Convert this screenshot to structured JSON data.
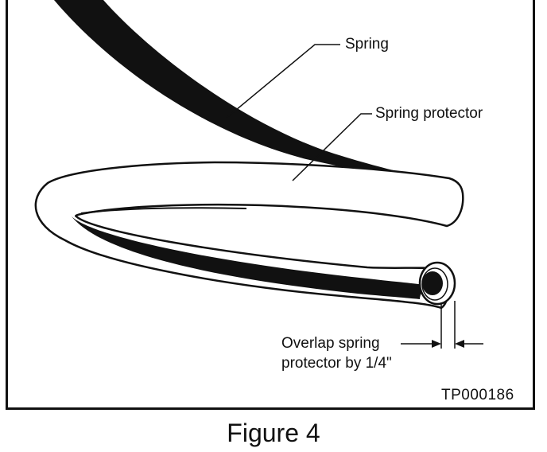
{
  "figure": {
    "caption": "Figure 4",
    "code": "TP000186"
  },
  "labels": {
    "spring": "Spring",
    "spring_protector": "Spring protector",
    "overlap_line1": "Overlap spring",
    "overlap_line2": "protector by 1/4\""
  }
}
